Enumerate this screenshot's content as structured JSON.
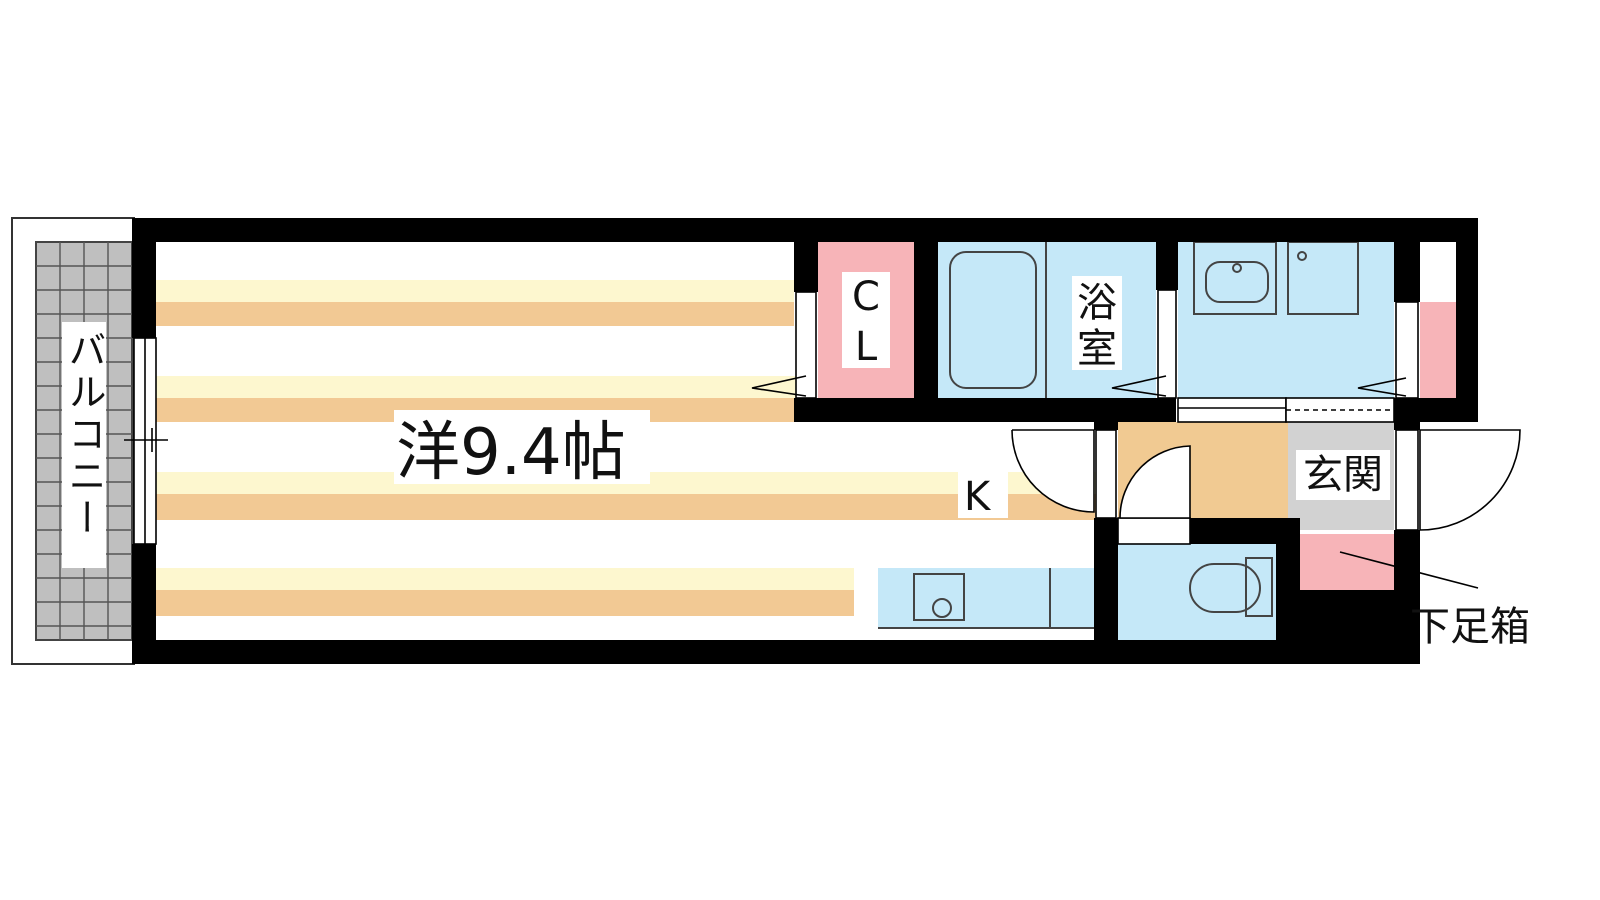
{
  "labels": {
    "main_room": "洋9.4帖",
    "kitchen": "K",
    "closet_line1": "C",
    "closet_line2": "L",
    "bath_line1": "浴",
    "bath_line2": "室",
    "entrance": "玄関",
    "shoe_box": "下足箱",
    "balcony": "バルコニー"
  },
  "colors": {
    "wall": "#000000",
    "wood_light": "#fdf7cf",
    "wood_dark": "#f2c994",
    "water": "#c5e8f8",
    "storage": "#f7b4b8",
    "entrance": "#d2d2d2",
    "corridor": "#f1ca92",
    "balcony_tile": "#bfbfbf"
  }
}
